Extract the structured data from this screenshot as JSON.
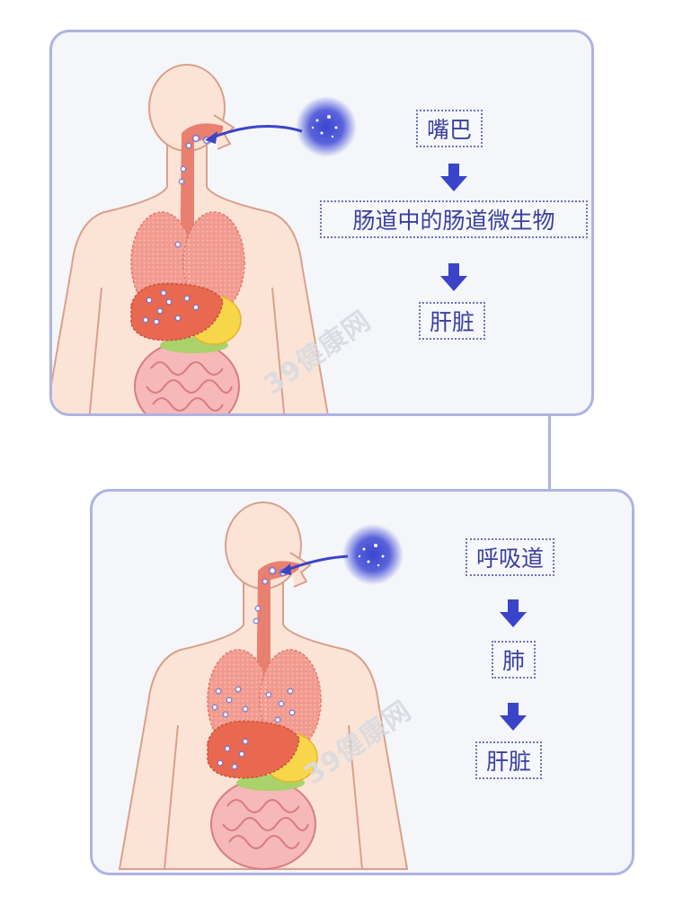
{
  "colors": {
    "accent": "#3a44c8",
    "panel_border": "#aeb3e2",
    "panel_bg": "#f4f6fa",
    "label_text": "#3a3f9e"
  },
  "watermark": "39健康网",
  "panels": [
    {
      "route": "digestive",
      "steps": [
        "嘴巴",
        "肠道中的肠道微生物",
        "肝脏"
      ]
    },
    {
      "route": "respiratory",
      "steps": [
        "呼吸道",
        "肺",
        "肝脏"
      ]
    }
  ]
}
